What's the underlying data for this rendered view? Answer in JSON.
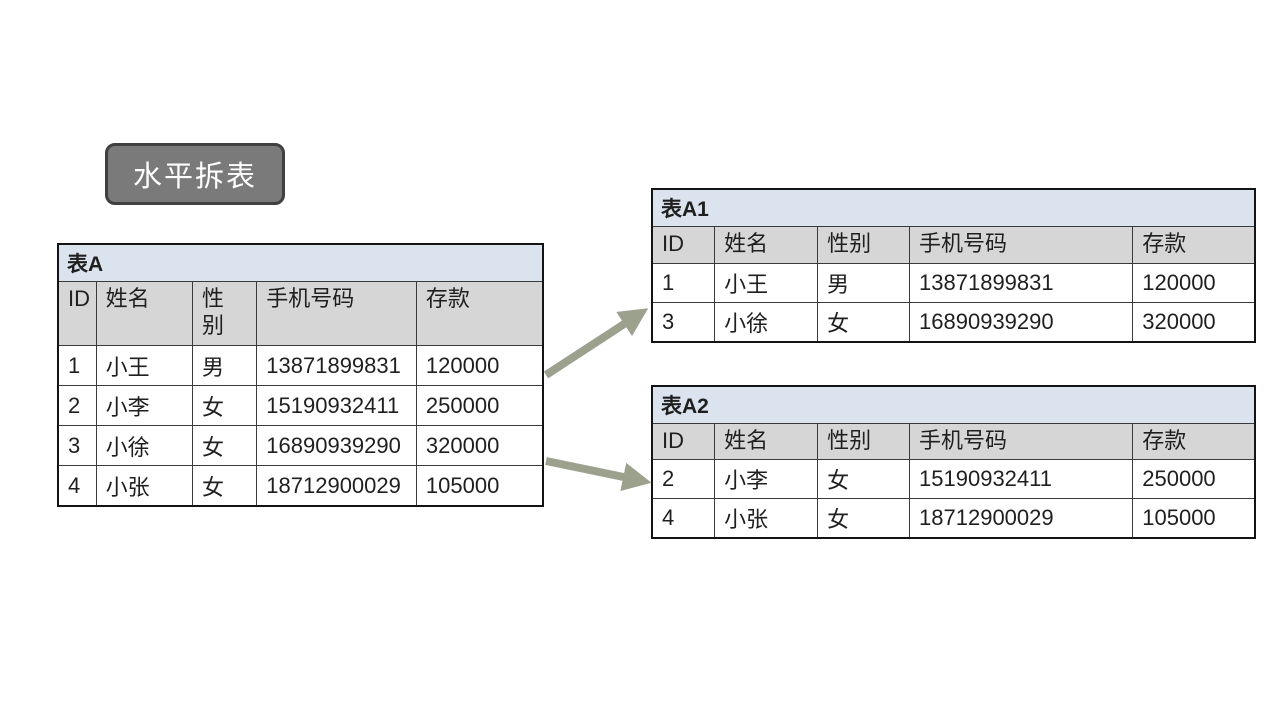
{
  "badge": {
    "label": "水平拆表"
  },
  "colors": {
    "badge_bg": "#7a7a7a",
    "badge_border": "#404040",
    "title_row_bg": "#dbe3ee",
    "header_row_bg": "#d6d6d6",
    "arrow": "#9ca18e"
  },
  "tables": {
    "a": {
      "title": "表A",
      "headers": [
        "ID",
        "姓名",
        "性\n别",
        "手机号码",
        "存款"
      ],
      "rows": [
        [
          "1",
          "小王",
          "男",
          "13871899831",
          "120000"
        ],
        [
          "2",
          "小李",
          "女",
          "15190932411",
          "250000"
        ],
        [
          "3",
          "小徐",
          "女",
          "16890939290",
          "320000"
        ],
        [
          "4",
          "小张",
          "女",
          "18712900029",
          "105000"
        ]
      ]
    },
    "a1": {
      "title": "表A1",
      "headers": [
        "ID",
        "姓名",
        "性别",
        "手机号码",
        "存款"
      ],
      "rows": [
        [
          "1",
          "小王",
          "男",
          "13871899831",
          "120000"
        ],
        [
          "3",
          "小徐",
          "女",
          "16890939290",
          "320000"
        ]
      ]
    },
    "a2": {
      "title": "表A2",
      "headers": [
        "ID",
        "姓名",
        "性别",
        "手机号码",
        "存款"
      ],
      "rows": [
        [
          "2",
          "小李",
          "女",
          "15190932411",
          "250000"
        ],
        [
          "4",
          "小张",
          "女",
          "18712900029",
          "105000"
        ]
      ]
    }
  }
}
